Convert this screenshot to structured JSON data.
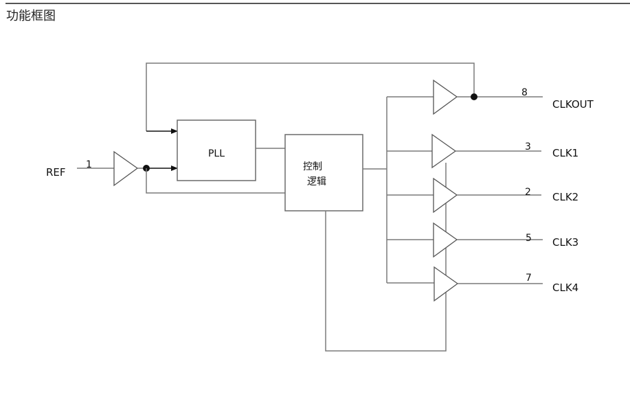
{
  "title": "功能框图",
  "diagram": {
    "input": {
      "label": "REF",
      "pin": "1"
    },
    "blocks": {
      "pll": "PLL",
      "control_line1": "控制",
      "control_line2": "逻辑"
    },
    "outputs": [
      {
        "label": "CLKOUT",
        "pin": "8"
      },
      {
        "label": "CLK1",
        "pin": "3"
      },
      {
        "label": "CLK2",
        "pin": "2"
      },
      {
        "label": "CLK3",
        "pin": "5"
      },
      {
        "label": "CLK4",
        "pin": "7"
      }
    ]
  }
}
